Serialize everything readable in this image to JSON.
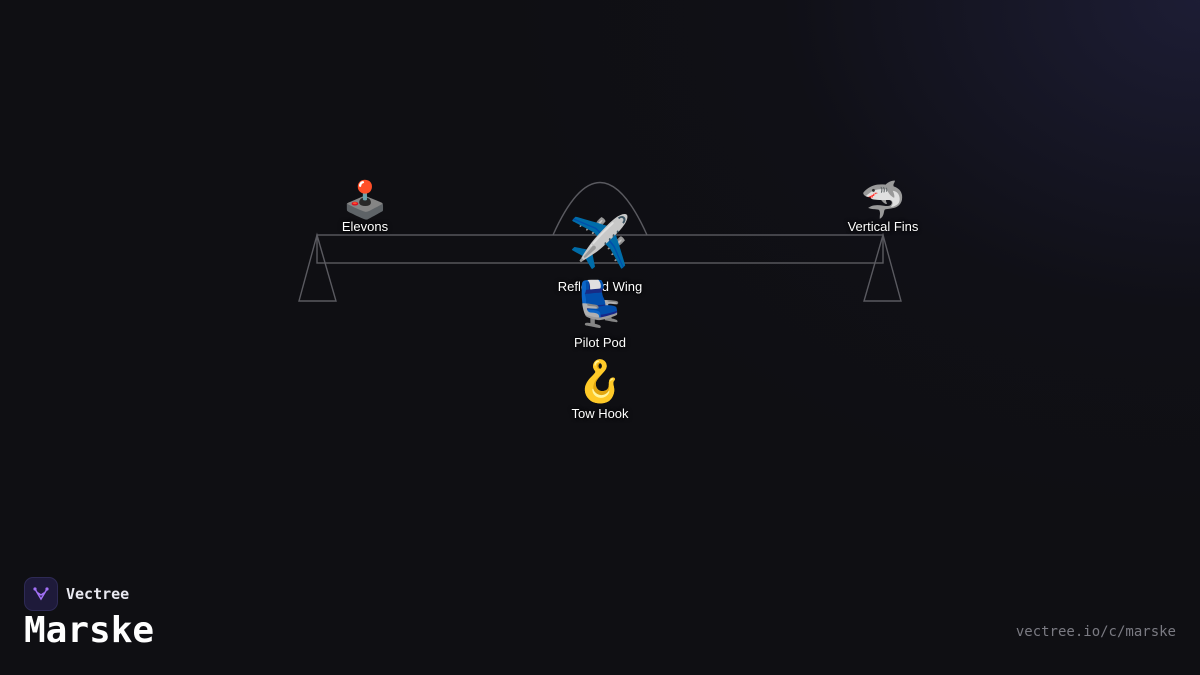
{
  "brand": {
    "name": "Vectree",
    "logo_icon": "vectree-logo-icon",
    "accent": "#8b5cf6"
  },
  "title": "Marske",
  "url": "vectree.io/c/marske",
  "nodes": {
    "elevons": {
      "label": "Elevons",
      "emoji": "🕹️",
      "icon": "joystick-icon"
    },
    "vertical_fins": {
      "label": "Vertical Fins",
      "emoji": "🦈",
      "icon": "shark-icon"
    },
    "reflexed_wing": {
      "label": "Reflexed Wing",
      "emoji": "✈️",
      "icon": "airplane-icon"
    },
    "pilot_pod": {
      "label": "Pilot Pod",
      "emoji": "💺",
      "icon": "seat-icon"
    },
    "tow_hook": {
      "label": "Tow Hook",
      "emoji": "🪝",
      "icon": "hook-icon"
    }
  },
  "colors": {
    "background": "#0f0f13",
    "line": "#5a5a60"
  }
}
